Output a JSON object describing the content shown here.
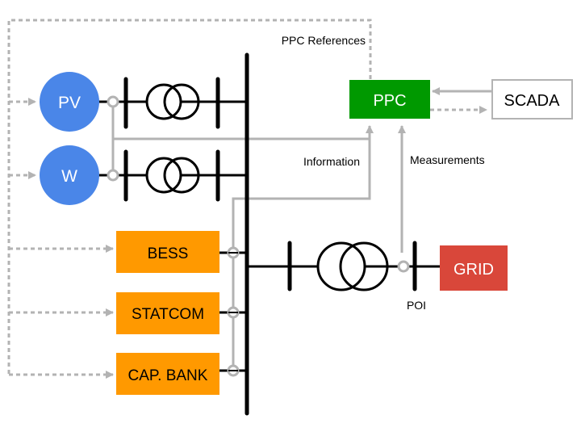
{
  "title": "Power Plant Controller single-line diagram",
  "colors": {
    "generator": "#4a86e8",
    "controller": "#009900",
    "device": "#ff9900",
    "grid": "#d9473a",
    "signal": "#b3b3b3",
    "bus": "#000000"
  },
  "nodes": {
    "pv": "PV",
    "wind": "W",
    "ppc": "PPC",
    "scada": "SCADA",
    "bess": "BESS",
    "statcom": "STATCOM",
    "cap_bank": "CAP. BANK",
    "grid": "GRID"
  },
  "labels": {
    "ppc_references": "PPC References",
    "information": "Information",
    "measurements": "Measurements",
    "poi": "POI"
  }
}
